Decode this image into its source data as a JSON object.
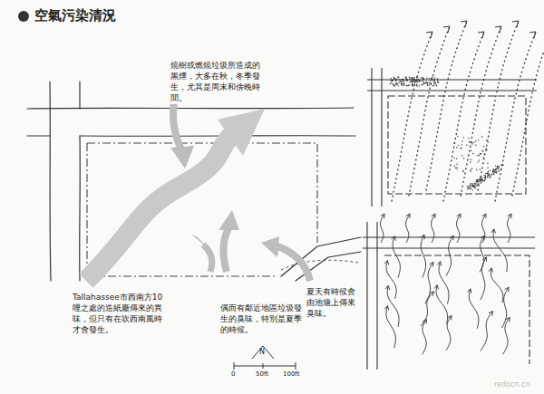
{
  "diagram": {
    "title": "空氣污染清況",
    "labels": [
      "燒樹或燃燒垃圾所造成的黑煙，大多在秋，冬季發生，尤其是周末和傍晚時間。",
      "Tallahassee市西南方10哩之處的造紙廠傳來的異味，但只有在吹西南風時才會發生。",
      "偶而有鄰近地區垃圾發生的臭味，特別是夏季的時候。",
      "夏天有時候會由池塘上傳來臭味。",
      "N",
      "0",
      "50ft",
      "100ft",
      "redocn.cn"
    ]
  }
}
